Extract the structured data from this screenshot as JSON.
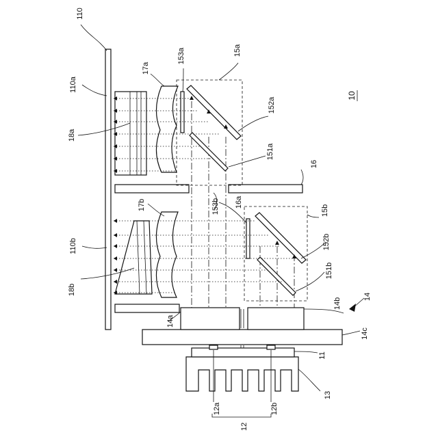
{
  "figure": {
    "number": "10"
  },
  "labels": {
    "l110": "110",
    "l110a": "110a",
    "l110b": "110b",
    "l18a": "18a",
    "l18b": "18b",
    "l17a": "17a",
    "l17b": "17b",
    "l153a": "153a",
    "l153b": "153b",
    "l15a": "15a",
    "l15b": "15b",
    "l152a": "152a",
    "l152b": "152b",
    "l151a": "151a",
    "l151b": "151b",
    "l16": "16",
    "l16a": "16a",
    "l14": "14",
    "l14a": "14a",
    "l14b": "14b",
    "l14c": "14c",
    "l11": "11",
    "l13": "13",
    "l12": "12",
    "l12a": "12a",
    "l12b": "12b"
  }
}
